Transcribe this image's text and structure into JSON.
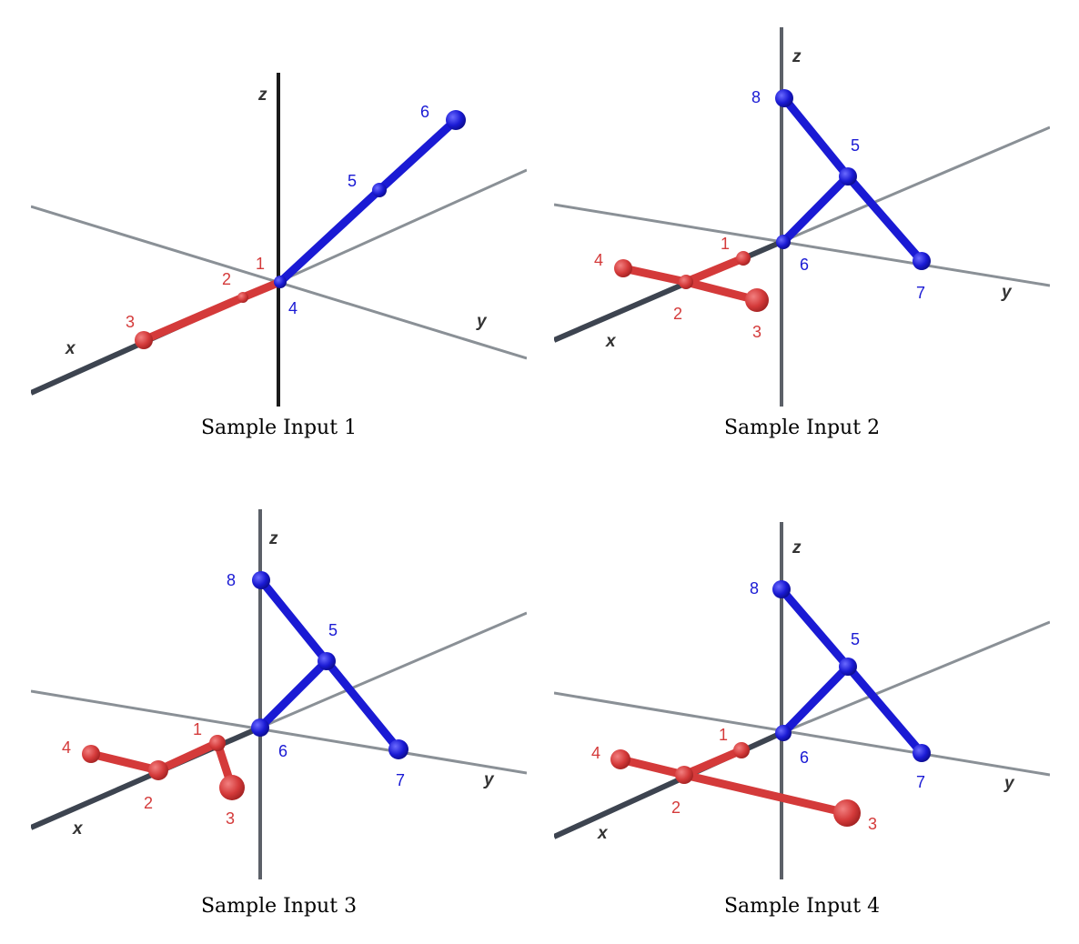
{
  "colors": {
    "red": "#d43a3a",
    "blue": "#1a1ad4",
    "axis_dark": "#3d4450",
    "axis_light": "#8a9096",
    "z_axis": "#1a1a1a"
  },
  "axes": {
    "x": "x",
    "y": "y",
    "z": "z"
  },
  "panels": [
    {
      "caption": "Sample Input 1",
      "nodes": [
        {
          "id": "1",
          "color": "red"
        },
        {
          "id": "2",
          "color": "red"
        },
        {
          "id": "3",
          "color": "red"
        },
        {
          "id": "4",
          "color": "blue"
        },
        {
          "id": "5",
          "color": "blue"
        },
        {
          "id": "6",
          "color": "blue"
        }
      ],
      "edges": [
        [
          "1",
          "2"
        ],
        [
          "2",
          "3"
        ],
        [
          "4",
          "5"
        ],
        [
          "5",
          "6"
        ]
      ]
    },
    {
      "caption": "Sample Input 2",
      "nodes": [
        {
          "id": "1",
          "color": "red"
        },
        {
          "id": "2",
          "color": "red"
        },
        {
          "id": "3",
          "color": "red"
        },
        {
          "id": "4",
          "color": "red"
        },
        {
          "id": "5",
          "color": "blue"
        },
        {
          "id": "6",
          "color": "blue"
        },
        {
          "id": "7",
          "color": "blue"
        },
        {
          "id": "8",
          "color": "blue"
        }
      ],
      "edges": [
        [
          "1",
          "2"
        ],
        [
          "2",
          "3"
        ],
        [
          "2",
          "4"
        ],
        [
          "8",
          "5"
        ],
        [
          "5",
          "6"
        ],
        [
          "5",
          "7"
        ]
      ]
    },
    {
      "caption": "Sample Input 3",
      "nodes": [
        {
          "id": "1",
          "color": "red"
        },
        {
          "id": "2",
          "color": "red"
        },
        {
          "id": "3",
          "color": "red"
        },
        {
          "id": "4",
          "color": "red"
        },
        {
          "id": "5",
          "color": "blue"
        },
        {
          "id": "6",
          "color": "blue"
        },
        {
          "id": "7",
          "color": "blue"
        },
        {
          "id": "8",
          "color": "blue"
        }
      ],
      "edges": [
        [
          "1",
          "2"
        ],
        [
          "1",
          "3"
        ],
        [
          "2",
          "4"
        ],
        [
          "8",
          "5"
        ],
        [
          "5",
          "6"
        ],
        [
          "5",
          "7"
        ]
      ]
    },
    {
      "caption": "Sample Input 4",
      "nodes": [
        {
          "id": "1",
          "color": "red"
        },
        {
          "id": "2",
          "color": "red"
        },
        {
          "id": "3",
          "color": "red"
        },
        {
          "id": "4",
          "color": "red"
        },
        {
          "id": "5",
          "color": "blue"
        },
        {
          "id": "6",
          "color": "blue"
        },
        {
          "id": "7",
          "color": "blue"
        },
        {
          "id": "8",
          "color": "blue"
        }
      ],
      "edges": [
        [
          "1",
          "2"
        ],
        [
          "2",
          "3"
        ],
        [
          "2",
          "4"
        ],
        [
          "8",
          "5"
        ],
        [
          "5",
          "6"
        ],
        [
          "5",
          "7"
        ]
      ]
    }
  ]
}
